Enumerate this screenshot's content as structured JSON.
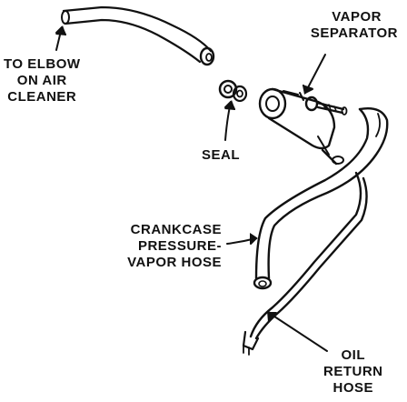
{
  "labels": {
    "elbow": [
      "TO ELBOW",
      "ON AIR",
      "CLEANER"
    ],
    "vapor_separator": [
      "VAPOR",
      "SEPARATOR"
    ],
    "seal": "SEAL",
    "crankcase_hose": [
      "CRANKCASE",
      "PRESSURE-",
      "VAPOR HOSE"
    ],
    "oil_return_hose": [
      "OIL",
      "RETURN",
      "HOSE"
    ]
  },
  "colors": {
    "ink": "#111111",
    "paper": "#ffffff"
  }
}
